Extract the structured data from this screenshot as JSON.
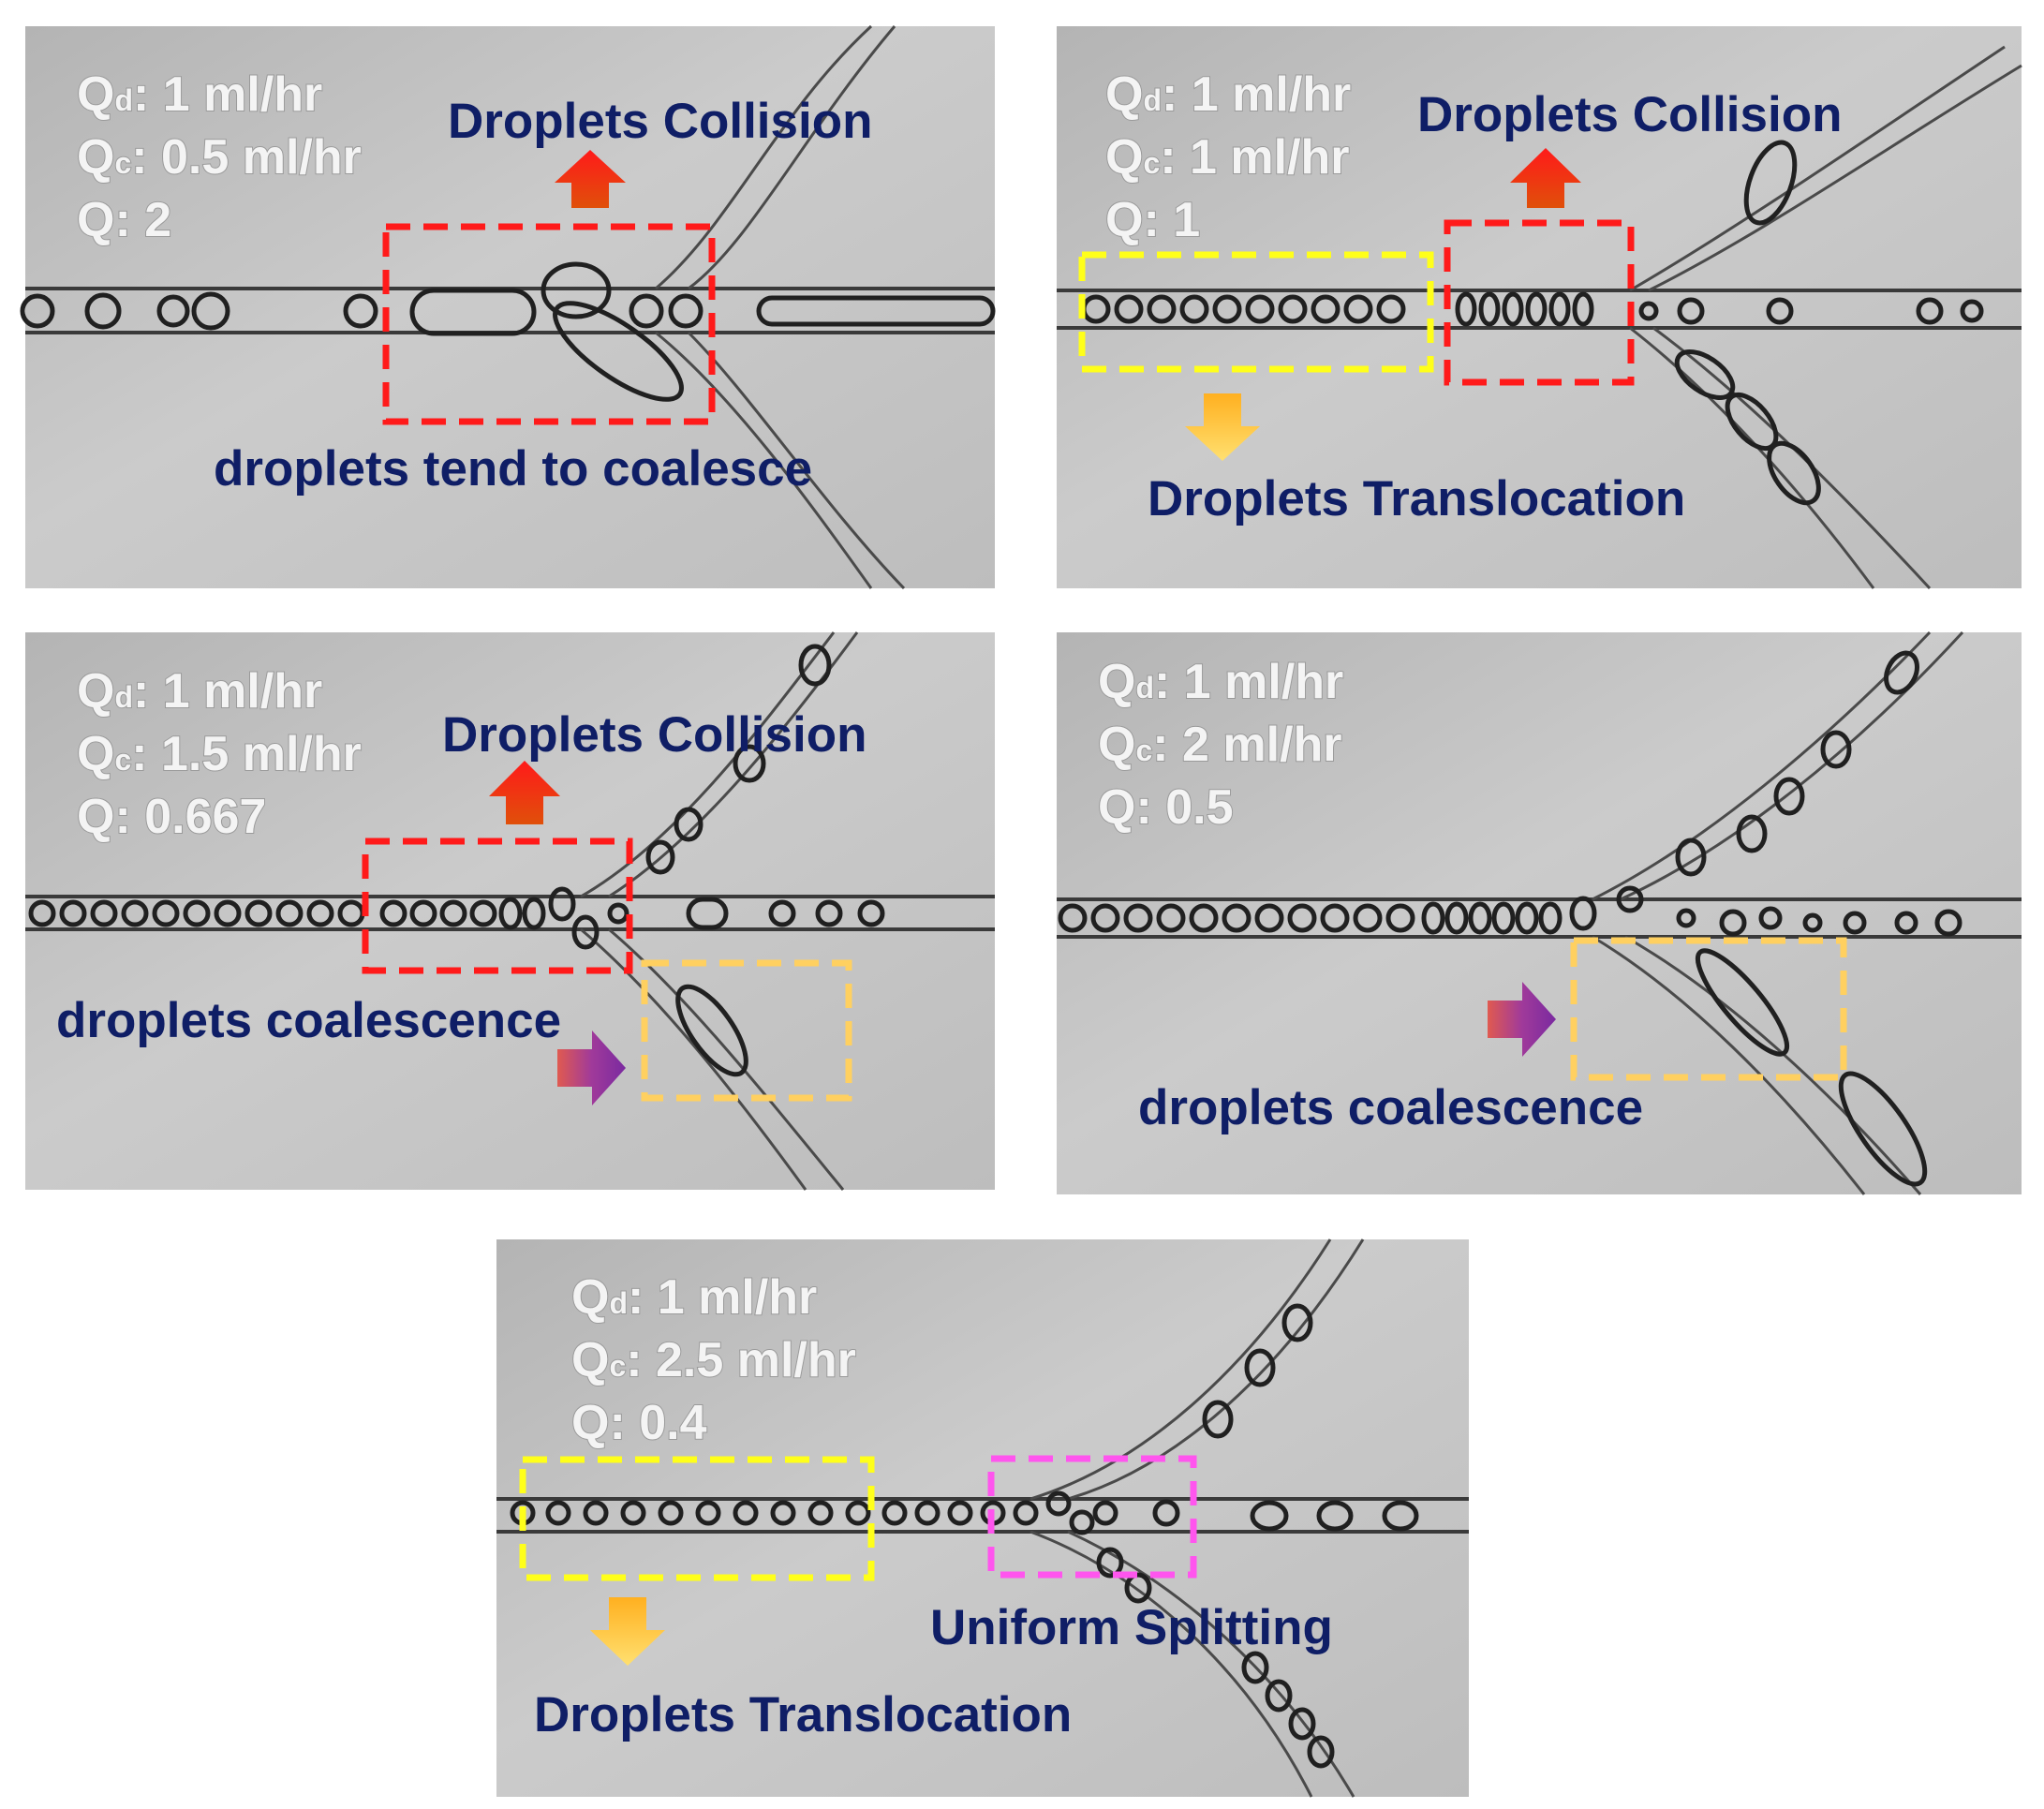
{
  "colors": {
    "annotation_text": "#0f1e66",
    "collision_box": "#ff1a1a",
    "translocation_box": "#ffff1a",
    "coalescence_box": "#ffd060",
    "splitting_box": "#ff55ee",
    "collision_arrow": "#ff1a1a",
    "translocation_arrow": "#ffb020",
    "coalescence_arrow": "#a03a9a",
    "micrograph_background": "#c6c6c6",
    "overlay_text": "#f4f4f4"
  },
  "panels": [
    {
      "qd_symbol": "Q",
      "qd_sub": "d",
      "qd_value": ": 1 ml/hr",
      "qc_symbol": "Q",
      "qc_sub": "c",
      "qc_value": ": 0.5 ml/hr",
      "q_label": "Q: 2",
      "annotations": [
        "Droplets Collision",
        "droplets tend to coalesce"
      ]
    },
    {
      "qd_symbol": "Q",
      "qd_sub": "d",
      "qd_value": ": 1 ml/hr",
      "qc_symbol": "Q",
      "qc_sub": "c",
      "qc_value": ": 1 ml/hr",
      "q_label": "Q: 1",
      "annotations": [
        "Droplets Collision",
        "Droplets Translocation"
      ]
    },
    {
      "qd_symbol": "Q",
      "qd_sub": "d",
      "qd_value": ": 1 ml/hr",
      "qc_symbol": "Q",
      "qc_sub": "c",
      "qc_value": ": 1.5 ml/hr",
      "q_label": "Q: 0.667",
      "annotations": [
        "Droplets Collision",
        "droplets coalescence"
      ]
    },
    {
      "qd_symbol": "Q",
      "qd_sub": "d",
      "qd_value": ": 1 ml/hr",
      "qc_symbol": "Q",
      "qc_sub": "c",
      "qc_value": ": 2 ml/hr",
      "q_label": "Q: 0.5",
      "annotations": [
        "droplets coalescence"
      ]
    },
    {
      "qd_symbol": "Q",
      "qd_sub": "d",
      "qd_value": ": 1 ml/hr",
      "qc_symbol": "Q",
      "qc_sub": "c",
      "qc_value": ": 2.5 ml/hr",
      "q_label": "Q: 0.4",
      "annotations": [
        "Uniform Splitting",
        "Droplets Translocation"
      ]
    }
  ]
}
